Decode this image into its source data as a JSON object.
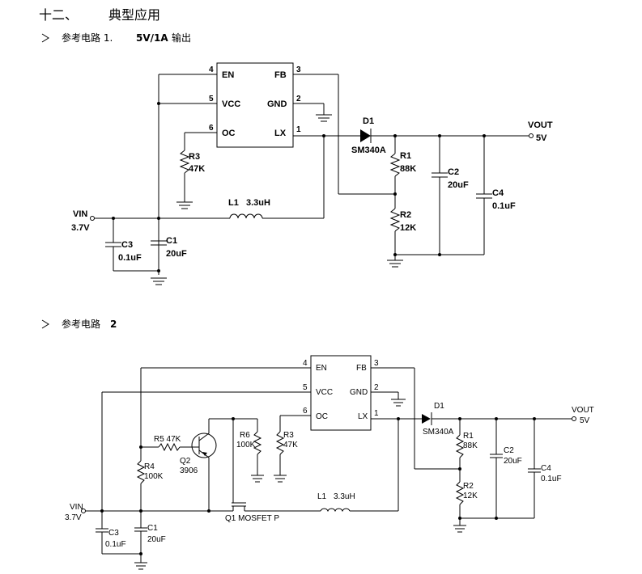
{
  "heading": {
    "number": "十二、",
    "title": "典型应用"
  },
  "circuit1": {
    "caption": "参考电路 1.",
    "caption_bold": "5V/1A",
    "caption_tail": "输出",
    "ic": {
      "pins_left": [
        {
          "num": "4",
          "name": "EN"
        },
        {
          "num": "5",
          "name": "VCC"
        },
        {
          "num": "6",
          "name": "OC"
        }
      ],
      "pins_right": [
        {
          "num": "3",
          "name": "FB"
        },
        {
          "num": "2",
          "name": "GND"
        },
        {
          "num": "1",
          "name": "LX"
        }
      ]
    },
    "labels": {
      "vin": "VIN",
      "vin_val": "3.7V",
      "vout": "VOUT",
      "vout_val": "5V",
      "d1": "D1",
      "d1_part": "SM340A",
      "l1": "L1",
      "l1_val": "3.3uH",
      "r1": "R1",
      "r1_val": "88K",
      "r2": "R2",
      "r2_val": "12K",
      "r3": "R3",
      "r3_val": "47K",
      "c1": "C1",
      "c1_val": "20uF",
      "c2": "C2",
      "c2_val": "20uF",
      "c3": "C3",
      "c3_val": "0.1uF",
      "c4": "C4",
      "c4_val": "0.1uF"
    }
  },
  "circuit2": {
    "caption": "参考电路",
    "caption_bold": "2",
    "ic": {
      "pins_left": [
        {
          "num": "4",
          "name": "EN"
        },
        {
          "num": "5",
          "name": "VCC"
        },
        {
          "num": "6",
          "name": "OC"
        }
      ],
      "pins_right": [
        {
          "num": "3",
          "name": "FB"
        },
        {
          "num": "2",
          "name": "GND"
        },
        {
          "num": "1",
          "name": "LX"
        }
      ]
    },
    "labels": {
      "vin": "VIN",
      "vin_val": "3.7V",
      "vout": "VOUT",
      "vout_val": "5V",
      "d1": "D1",
      "d1_part": "SM340A",
      "l1": "L1",
      "l1_val": "3.3uH",
      "r1": "R1",
      "r1_val": "88K",
      "r2": "R2",
      "r2_val": "12K",
      "r3": "R3",
      "r3_val": "47K",
      "r4": "R4",
      "r4_val": "100K",
      "r5": "R5 47K",
      "r6": "R6",
      "r6_val": "100K",
      "q2": "Q2",
      "q2_part": "3906",
      "q1": "Q1  MOSFET P",
      "c1": "C1",
      "c1_val": "20uF",
      "c2": "C2",
      "c2_val": "20uF",
      "c3": "C3",
      "c3_val": "0.1uF",
      "c4": "C4",
      "c4_val": "0.1uF"
    }
  }
}
